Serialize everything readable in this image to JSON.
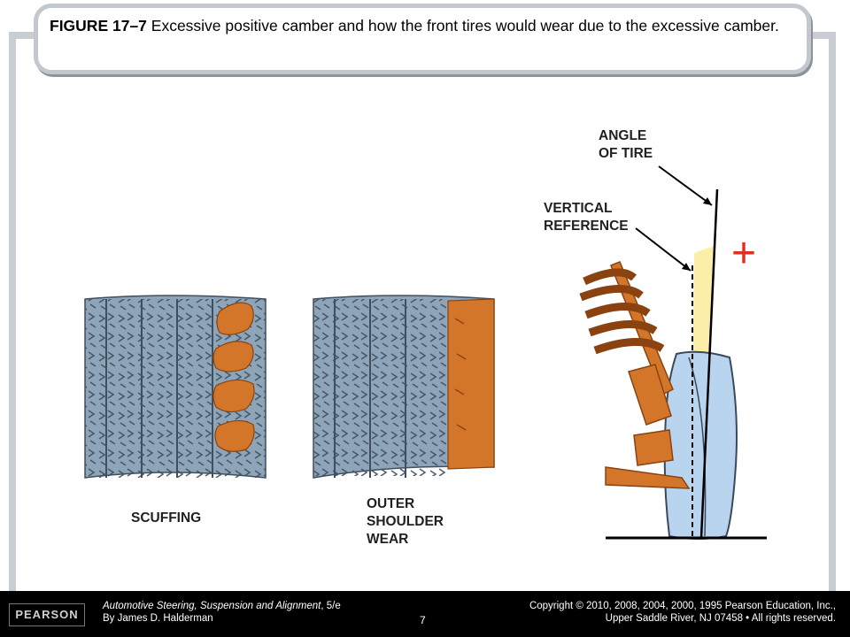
{
  "caption": {
    "figure_label": "FIGURE 17–7",
    "text": " Excessive positive camber and how the front tires would wear due to the excessive camber."
  },
  "diagram": {
    "label_scuffing": "SCUFFING",
    "label_outer_line1": "OUTER",
    "label_outer_line2": "SHOULDER",
    "label_outer_line3": "WEAR",
    "label_angle_line1": "ANGLE",
    "label_angle_line2": "OF TIRE",
    "label_vertical_line1": "VERTICAL",
    "label_vertical_line2": "REFERENCE",
    "plus_sign": "+"
  },
  "colors": {
    "tread_blue": "#8ea4b8",
    "wear_orange": "#d4762a",
    "tire_blue": "#b9d4ef",
    "angle_yellow": "#fbeea8",
    "frame_gray": "#c8cdd4",
    "plus_red": "#e0301e"
  },
  "footer": {
    "logo": "PEARSON",
    "book_title": "Automotive Steering, Suspension and Alignment",
    "book_edition": ", 5/e",
    "author": "By James D. Halderman",
    "page_number": "7",
    "copyright_line1": "Copyright © 2010, 2008, 2004, 2000, 1995 Pearson Education, Inc.,",
    "copyright_line2": "Upper Saddle River, NJ 07458 • All rights reserved."
  }
}
